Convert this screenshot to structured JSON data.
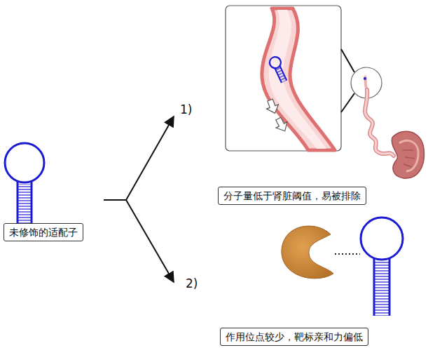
{
  "diagram": {
    "nodes": [
      {
        "text": [
          "未修饰的适配子"
        ]
      },
      {
        "text": [
          "分子量低于肾脏阈值，易被排除"
        ]
      },
      {
        "text": [
          "作用位点较少，靶标亲和力偏低"
        ]
      }
    ],
    "labels": [
      "1)",
      "2)"
    ]
  }
}
